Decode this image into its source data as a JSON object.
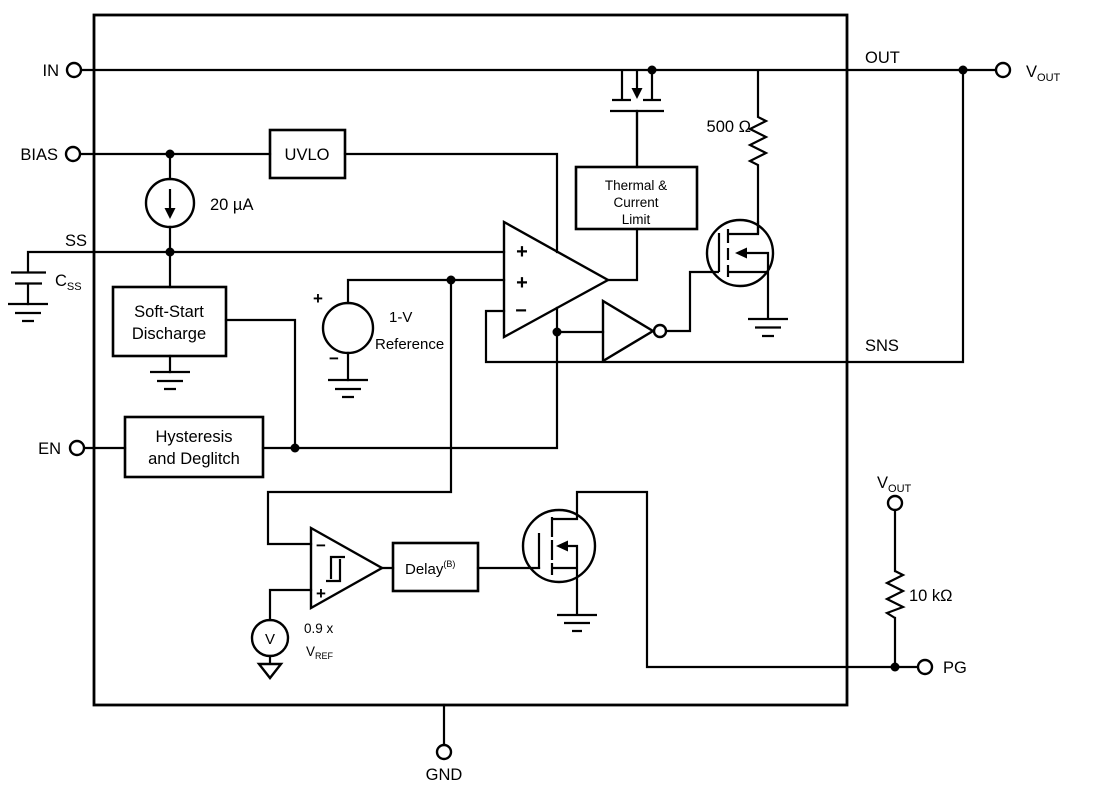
{
  "colors": {
    "line": "#000000",
    "background": "#ffffff"
  },
  "symbols": {
    "plus": "+",
    "minus": "−"
  },
  "pins": {
    "in": "IN",
    "bias": "BIAS",
    "ss": "SS",
    "en": "EN",
    "gnd": "GND",
    "out": "OUT",
    "sns": "SNS",
    "pg": "PG",
    "vout_main": "V",
    "vout_sub": "OUT"
  },
  "blocks": {
    "uvlo": "UVLO",
    "thermal_line1": "Thermal &",
    "thermal_line2": "Current",
    "thermal_line3": "Limit",
    "soft_start_line1": "Soft-Start",
    "soft_start_line2": "Discharge",
    "hysteresis_line1": "Hysteresis",
    "hysteresis_line2": "and Deglitch",
    "delay_main": "Delay",
    "delay_sup": "(B)"
  },
  "components": {
    "current_source": "20 µA",
    "discharge_resistor": "500 Ω",
    "pullup_resistor": "10 kΩ",
    "reference_line1": "1-V",
    "reference_line2": "Reference",
    "pg_threshold_value": "0.9 x",
    "pg_threshold_main": "V",
    "pg_threshold_sub": "REF",
    "ss_cap_main": "C",
    "ss_cap_sub": "SS",
    "voltage_source_label": "V"
  }
}
